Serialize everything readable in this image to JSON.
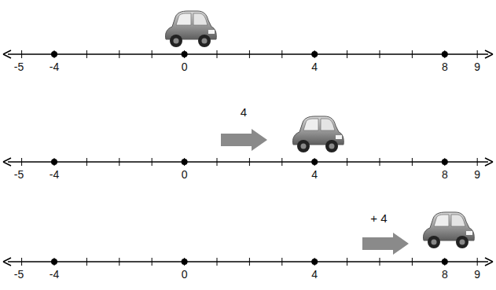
{
  "diagram": {
    "labels": [
      "-5",
      "-4",
      "0",
      "4",
      "8",
      "9",
      "4",
      "-5",
      "-4",
      "0",
      "4",
      "8",
      "9",
      "+ 4",
      "-5",
      "-4",
      "0",
      "4",
      "8",
      "9"
    ]
  }
}
